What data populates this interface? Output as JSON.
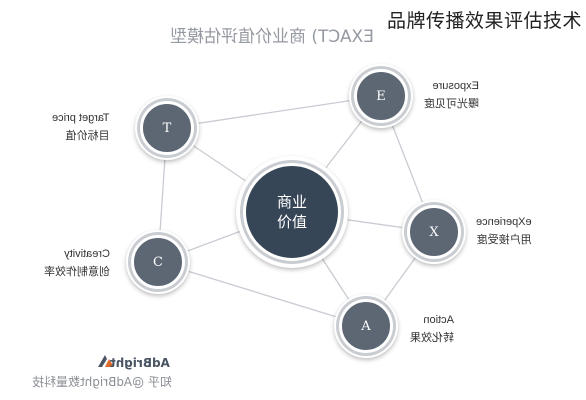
{
  "header": {
    "title": "品牌传播效果评估技术",
    "mirrored_title": "EXACT) 商业价值评估模型"
  },
  "center_node": {
    "line1": "商业",
    "line2": "价值"
  },
  "nodes": [
    {
      "key": "E",
      "en": "Exposure",
      "zh": "曝光可见度"
    },
    {
      "key": "T",
      "en": "Target price",
      "zh": "目标价值"
    },
    {
      "key": "X",
      "en": "eXperience",
      "zh": "用户接受度"
    },
    {
      "key": "C",
      "en": "Creativity",
      "zh": "创意制作效率"
    },
    {
      "key": "A",
      "en": "Action",
      "zh": "转化效果"
    }
  ],
  "watermark": {
    "logo_text": "AdBright",
    "source_text": "知乎 @AdBright数量科技"
  },
  "colors": {
    "center_fill": "#374657",
    "node_fill": "#5d6673",
    "link": "#c8ccd2"
  }
}
